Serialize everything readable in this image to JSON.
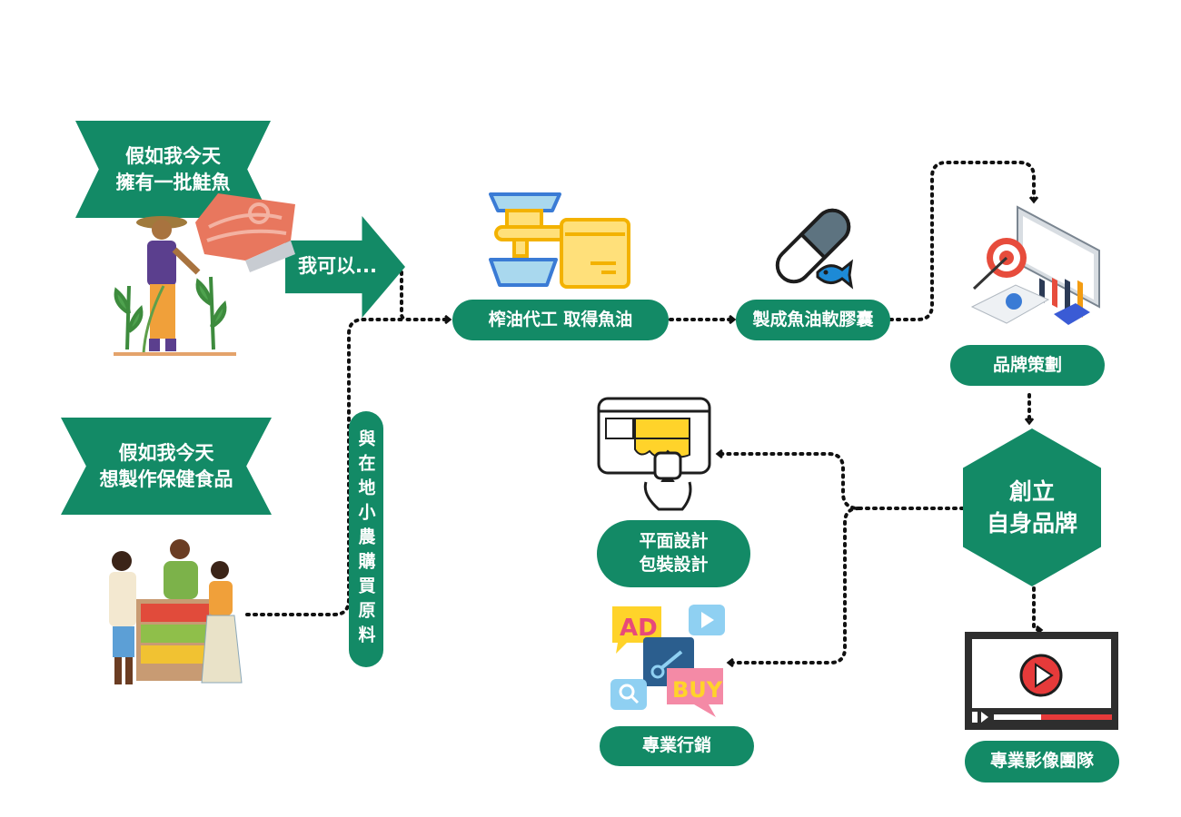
{
  "banners": {
    "salmon": "假如我今天\n擁有一批鮭魚",
    "health": "假如我今天\n想製作保健食品"
  },
  "arrow_label": "我可以...",
  "vertical_label": "與在地小農購買原料",
  "nodes": {
    "oil_press": "榨油代工 取得魚油",
    "capsule": "製成魚油軟膠囊",
    "brand_plan": "品牌策劃",
    "create_brand": "創立\n自身品牌",
    "design": "平面設計\n包裝設計",
    "marketing": "專業行銷",
    "video_team": "專業影像團隊"
  },
  "icon_text": {
    "ad": "AD",
    "buy": "BUY"
  },
  "colors": {
    "green": "#138a66",
    "arrow": "#111111"
  }
}
